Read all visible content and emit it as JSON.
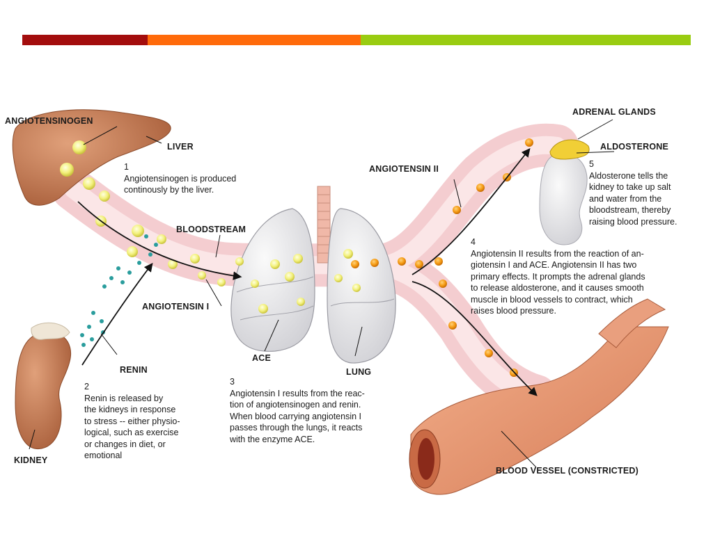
{
  "colors": {
    "bar_dark_red": "#a30d0d",
    "bar_orange": "#ff6a0a",
    "bar_lime": "#99cc11",
    "organ_brown": "#c47a52",
    "bloodstream_pink": "#f6d6d8",
    "lung_gray": "#e3e3e6",
    "angiotensin_yellow": "#f2f07a",
    "angiotensin_ii_orange": "#f59a12",
    "renin_teal": "#2a9d9d"
  },
  "labels": {
    "angiotensinogen": "ANGIOTENSINOGEN",
    "liver": "LIVER",
    "bloodstream": "BLOODSTREAM",
    "angiotensin_i": "ANGIOTENSIN I",
    "renin": "RENIN",
    "kidney": "KIDNEY",
    "ace": "ACE",
    "lung": "LUNG",
    "angiotensin_ii": "ANGIOTENSIN II",
    "adrenal_glands": "ADRENAL GLANDS",
    "aldosterone": "ALDOSTERONE",
    "blood_vessel": "BLOOD VESSEL (CONSTRICTED)"
  },
  "steps": {
    "step1": {
      "num": "1",
      "text": "Angiotensinogen is produced\ncontinously by the liver."
    },
    "step2": {
      "num": "2",
      "text": "Renin is released by\nthe kidneys in response\nto stress -- either physio-\nlogical, such as exercise\nor changes in diet, or\nemotional"
    },
    "step3": {
      "num": "3",
      "text": "Angiotensin I results from the reac-\ntion of angiotensinogen and renin.\nWhen blood carrying angiotensin I\npasses through the lungs, it reacts\nwith the enzyme ACE."
    },
    "step4": {
      "num": "4",
      "text": "Angiotensin II results from the reaction of an-\ngiotensin I and ACE. Angiotensin II has two\nprimary effects. It prompts the adrenal glands\nto release aldosterone, and it causes smooth\nmuscle in blood vessels to contract, which\nraises blood pressure."
    },
    "step5": {
      "num": "5",
      "text": "Aldosterone tells the\nkidney to take up salt\nand water from the\nbloodstream, thereby\nraising blood pressure."
    }
  }
}
